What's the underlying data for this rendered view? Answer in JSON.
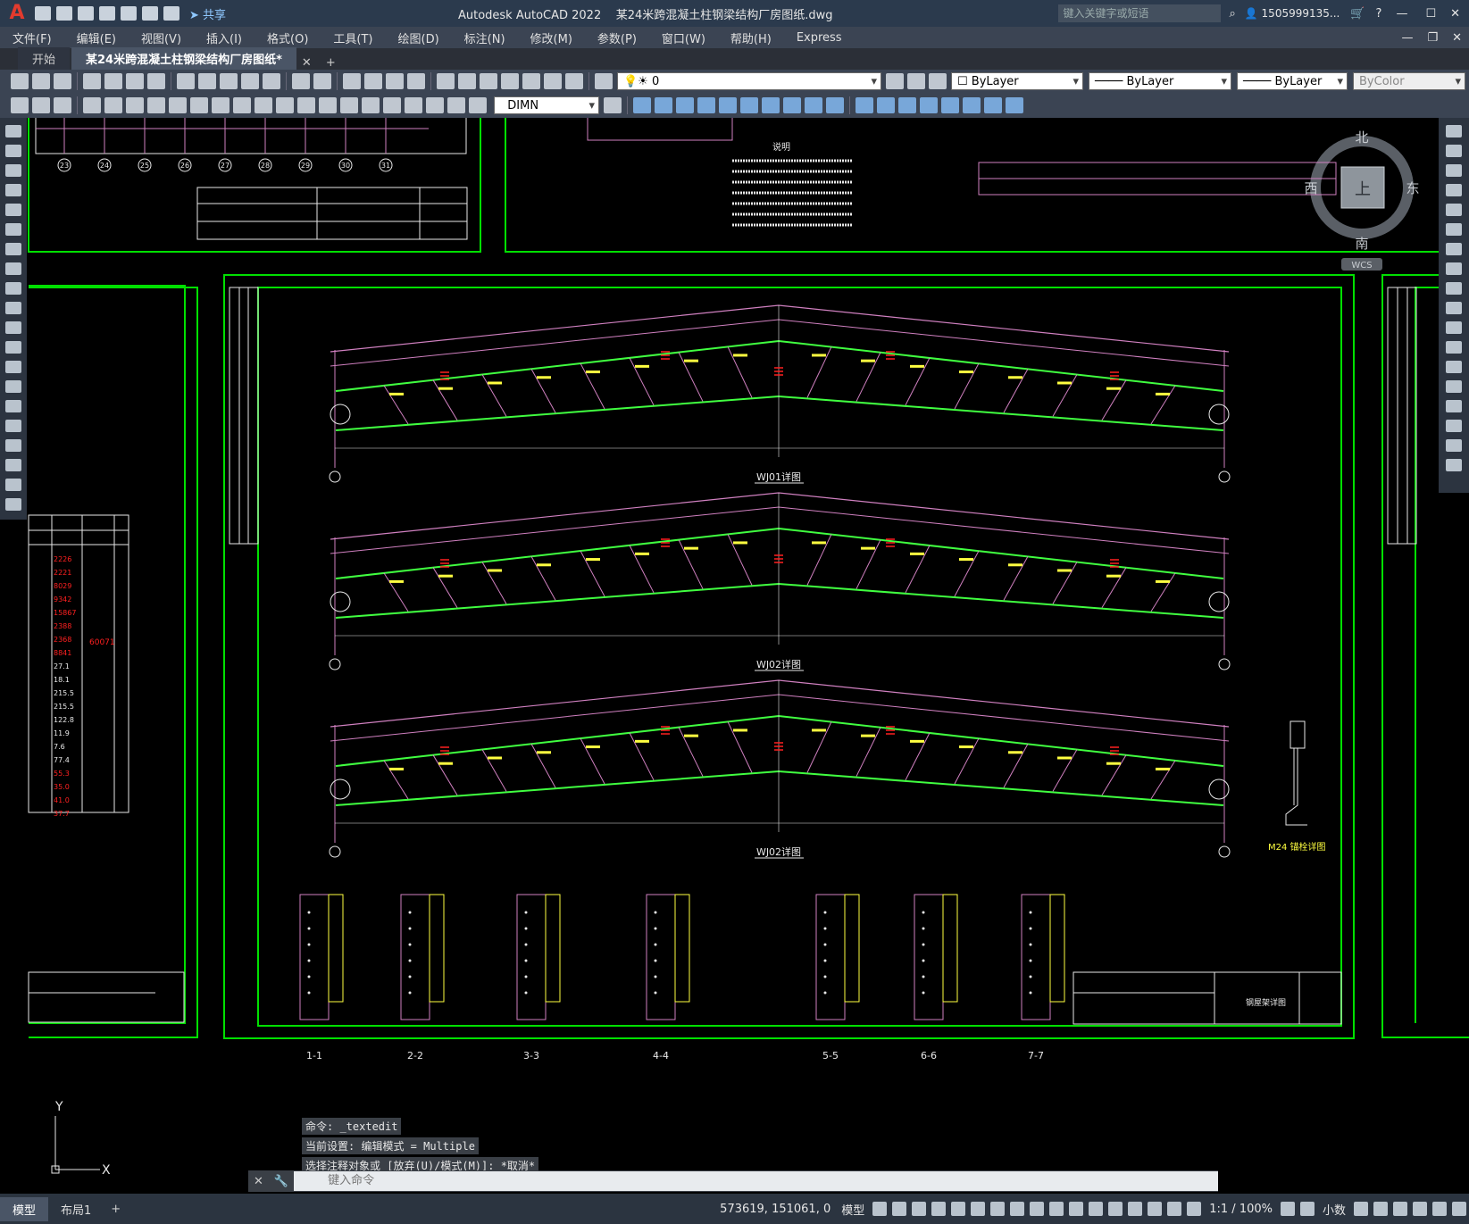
{
  "titlebar": {
    "app_title": "Autodesk AutoCAD 2022",
    "file_title": "某24米跨混凝土柱钢梁结构厂房图纸.dwg",
    "share_label": "共享",
    "search_placeholder": "键入关键字或短语",
    "user_label": "1505999135..."
  },
  "menu": [
    "文件(F)",
    "编辑(E)",
    "视图(V)",
    "插入(I)",
    "格式(O)",
    "工具(T)",
    "绘图(D)",
    "标注(N)",
    "修改(M)",
    "参数(P)",
    "窗口(W)",
    "帮助(H)",
    "Express"
  ],
  "tabs": [
    {
      "label": "开始"
    },
    {
      "label": "某24米跨混凝土柱钢梁结构厂房图纸*"
    }
  ],
  "toolbar": {
    "layer_value": "0",
    "color_value": "ByLayer",
    "linetype_value": "ByLayer",
    "lineweight_value": "ByLayer",
    "plotstyle_value": "ByColor",
    "dimstyle_value": "DIMN"
  },
  "viewcube": {
    "north": "北",
    "south": "南",
    "east": "东",
    "west": "西",
    "top": "上",
    "wcs": "WCS"
  },
  "drawing": {
    "truss_titles": [
      "WJ01详图",
      "WJ02详图",
      "WJ02详图"
    ],
    "top_axis_labels": [
      "23",
      "24",
      "25",
      "26",
      "27",
      "28",
      "29",
      "30",
      "31"
    ],
    "notes_title": "说明",
    "anchor_label": "M24 锚栓详图",
    "section_labels": [
      "1-1",
      "2-2",
      "3-3",
      "4-4",
      "5-5",
      "6-6",
      "7-7"
    ],
    "left_table_values": [
      "2226",
      "2221",
      "8029",
      "9342",
      "15867",
      "2388",
      "2368",
      "8841",
      "27.1",
      "18.1",
      "215.5",
      "215.5",
      "122.8",
      "11.9",
      "7.6",
      "77.4",
      "55.3",
      "35.0",
      "41.0",
      "37.7"
    ],
    "left_table_total": "60071",
    "title_block_text": "钢屋架详图"
  },
  "command": {
    "history": [
      "命令: _textedit",
      "当前设置: 编辑模式 = Multiple",
      "选择注释对象或 [放弃(U)/模式(M)]: *取消*"
    ],
    "placeholder": "键入命令"
  },
  "layout_tabs": [
    "模型",
    "布局1"
  ],
  "status": {
    "coords": "573619, 151061, 0",
    "space": "模型",
    "scale": "1:1 / 100%",
    "units": "小数"
  },
  "colors": {
    "frame_green": "#00e000",
    "truss_magenta": "#d080c0",
    "chord_green": "#40ff40",
    "annotation_yellow": "#ffff40",
    "red_marks": "#ff2020",
    "white_lines": "#e8e8e8"
  }
}
